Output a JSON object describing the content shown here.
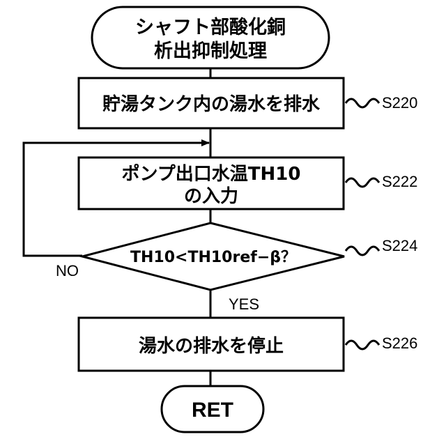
{
  "start": {
    "line1": "シャフト部酸化銅",
    "line2": "析出抑制処理"
  },
  "steps": {
    "s220": {
      "text": "貯湯タンク内の湯水を排水",
      "label": "S220"
    },
    "s222": {
      "line1": "ポンプ出口水温TH10",
      "line2": "の入力",
      "label": "S222"
    },
    "s224": {
      "text": "TH10<TH10ref−β？",
      "label": "S224"
    },
    "s226": {
      "text": "湯水の排水を停止",
      "label": "S226"
    }
  },
  "branches": {
    "no": "NO",
    "yes": "YES"
  },
  "end": {
    "text": "RET"
  }
}
